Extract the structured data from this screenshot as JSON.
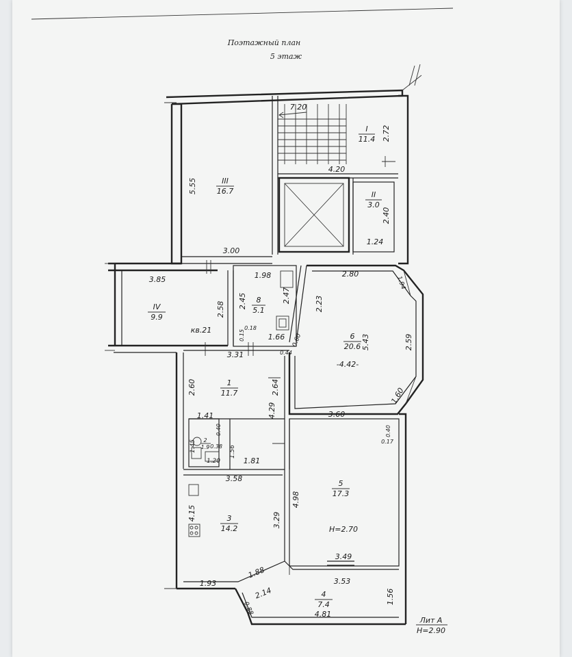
{
  "header": {
    "title_line1": "Поэтажный план",
    "title_line2": "5 этаж"
  },
  "footer": {
    "lit": "Лит А",
    "height": "Н=2.90"
  },
  "rooms": [
    {
      "id": "stair",
      "num": "I",
      "area": "11.4"
    },
    {
      "id": "lift-hall",
      "num": "II",
      "area": "3.0"
    },
    {
      "id": "hall-III",
      "num": "III",
      "area": "16.7"
    },
    {
      "id": "room-IV",
      "num": "IV",
      "area": "9.9"
    },
    {
      "id": "room-8",
      "num": "8",
      "area": "5.1"
    },
    {
      "id": "room-6",
      "num": "6",
      "area": "20.6"
    },
    {
      "id": "room-1",
      "num": "1",
      "area": "11.7"
    },
    {
      "id": "room-2",
      "num": "2",
      "area": "1.9"
    },
    {
      "id": "room-3",
      "num": "3",
      "area": "14.2"
    },
    {
      "id": "room-5",
      "num": "5",
      "area": "17.3"
    },
    {
      "id": "room-4",
      "num": "4",
      "area": "7.4"
    }
  ],
  "dimensions": {
    "d720": "7.20",
    "d272": "2.72",
    "d420": "4.20",
    "d555": "5.55",
    "d240": "2.40",
    "d124": "1.24",
    "d300": "3.00",
    "d385": "3.85",
    "d258": "2.58",
    "d198": "1.98",
    "d245": "2.45",
    "d247": "2.47",
    "d280": "2.80",
    "d194": "1.94",
    "d223": "2.23",
    "d543": "5.43",
    "d259": "2.59",
    "d442": "-4.42-",
    "d018": "0.18",
    "d015": "0.15",
    "d166": "1.66",
    "d060": "0.60",
    "d044": "0.44",
    "kv": "кв.21",
    "d331": "3.31",
    "d260": "2.60",
    "d264": "2.64",
    "d429": "4.29",
    "d360": "3.60",
    "d160": "1.60",
    "d141": "1.41",
    "d040a": "0.40",
    "d145": "1.45",
    "d038": "0.38",
    "d120": "1.20",
    "d156": "1.56",
    "d181": "1.81",
    "d040b": "0.40",
    "d017": "0.17",
    "d358": "3.58",
    "d415": "4.15",
    "d329": "3.29",
    "d498": "4.98",
    "h270": "Н=2.70",
    "d349": "3.49",
    "d188": "1.88",
    "d193": "1.93",
    "d214": "2.14",
    "d353": "3.53",
    "d156b": "1.56",
    "d088": "0.88",
    "d481": "4.81"
  }
}
